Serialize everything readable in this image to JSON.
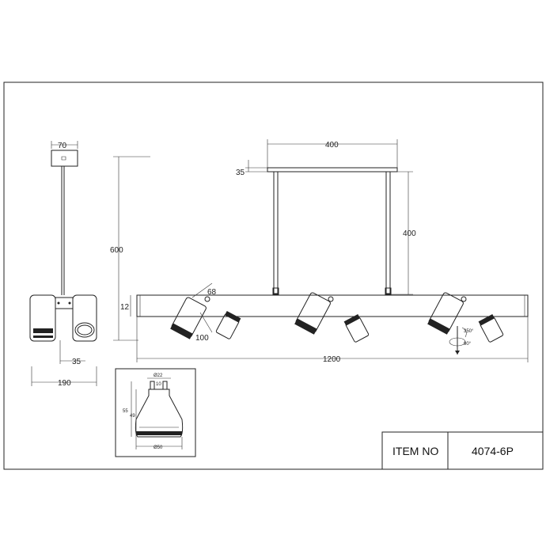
{
  "title_block": {
    "item_label": "ITEM NO",
    "item_value": "4074-6P"
  },
  "dimensions": {
    "side_top_width": "70",
    "side_height_total": "600",
    "side_spacing": "35",
    "side_width": "190",
    "canopy_width": "400",
    "canopy_thickness": "35",
    "drop_height": "400",
    "bar_thickness": "12",
    "spot_width": "68",
    "spot_length": "100",
    "overall_length": "1200"
  },
  "bulb_dimensions": {
    "top_diameter": "Ø22",
    "pin_spacing": "10",
    "height_total": "55",
    "height_body": "49",
    "face_diameter": "Ø50"
  },
  "rotation_labels": {
    "rotate_a": "350°",
    "rotate_b": "90°"
  }
}
